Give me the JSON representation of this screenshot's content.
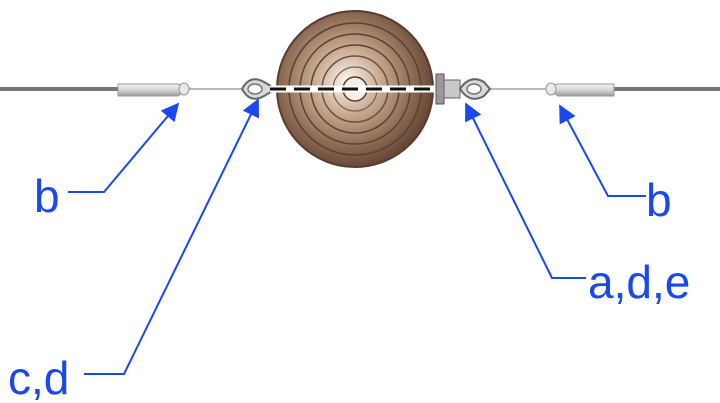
{
  "diagram": {
    "background_color": "#ffffff",
    "accent_color": "#1a47f0",
    "cable_color": "#7a7a7a",
    "ball_color": "#7a5a46",
    "callouts": {
      "left_b": "b",
      "left_cd": "c,d",
      "right_b": "b",
      "right_ade": "a,d,e"
    }
  }
}
